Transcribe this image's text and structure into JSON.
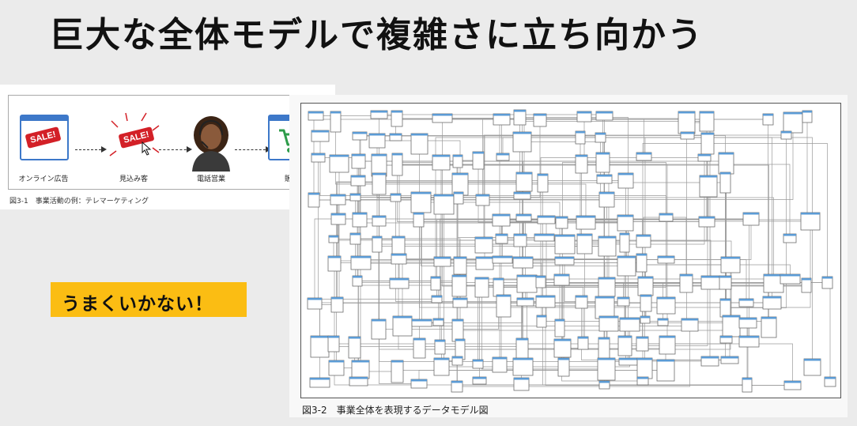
{
  "slide": {
    "title": "巨大な全体モデルで複雑さに立ち向かう"
  },
  "figure1": {
    "caption": "図3-1　事業活動の例：テレマーケティング",
    "steps": [
      {
        "label": "オンライン広告",
        "icon": "sale-tag-browser-icon"
      },
      {
        "label": "見込み客",
        "icon": "sale-tag-click-icon"
      },
      {
        "label": "電話営業",
        "icon": "operator-headset-icon"
      },
      {
        "label": "販売",
        "icon": "shopping-cart-browser-icon"
      }
    ],
    "sale_text": "SALE!"
  },
  "note": {
    "text": "うまくいかない！"
  },
  "figure2": {
    "caption": "図3-2　事業全体を表現するデータモデル図"
  },
  "colors": {
    "background": "#ebebeb",
    "note_bg": "#fbbd13",
    "sale_red": "#d32027",
    "entity_blue": "#5b9bd5",
    "cart_green": "#2e9c4a"
  }
}
